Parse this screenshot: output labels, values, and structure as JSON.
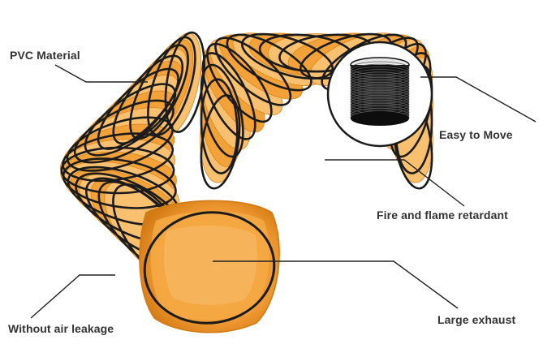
{
  "callouts": {
    "pvc_material": "PVC Material",
    "easy_to_move": "Easy to Move",
    "fire_retardant": "Fire and flame retardant",
    "no_air_leakage": "Without air leakage",
    "large_exhaust": "Large exhaust"
  },
  "colors": {
    "duct_fabric": "#f3a23a",
    "duct_fabric_dark": "#d88319",
    "duct_fabric_light": "#f9c070",
    "wire_ring": "#1b1b1b",
    "leader_line": "#222222",
    "label_text": "#333333",
    "inset_border": "#1a1a1a",
    "background": "#ffffff"
  },
  "icons": {
    "product": "flexible-ventilation-duct-hose",
    "inset": "compressed-duct-coil"
  }
}
